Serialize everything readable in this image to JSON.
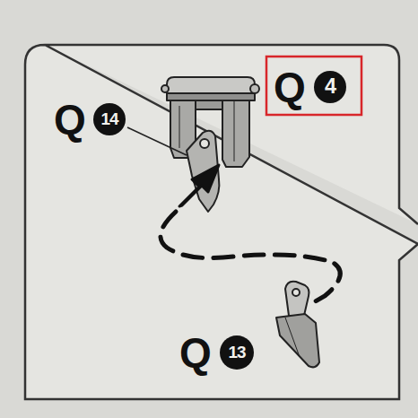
{
  "diagram": {
    "labels": [
      "Q",
      "4",
      "Q",
      "14",
      "Q",
      "13"
    ]
  }
}
